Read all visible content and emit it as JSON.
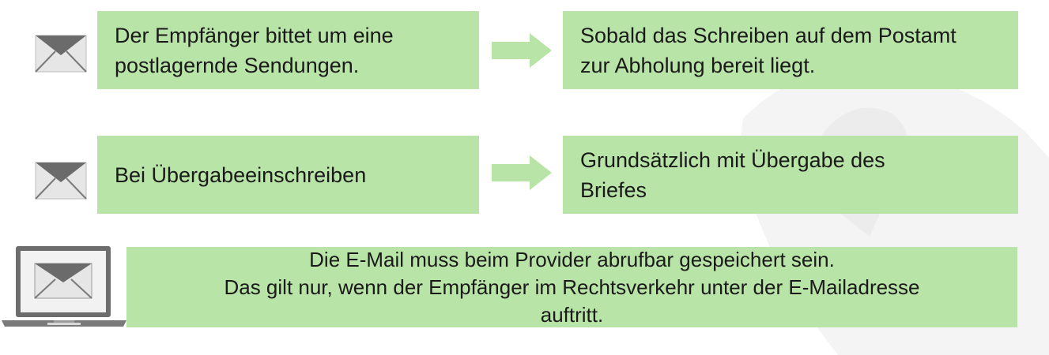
{
  "rows": [
    {
      "left_text": "Der Empfänger bittet um eine\npostlagernde Sendungen.",
      "right_text": "Sobald das Schreiben auf dem Postamt\nzur Abholung bereit liegt."
    },
    {
      "left_text": "Bei Übergabeeinschreiben",
      "right_text": "Grundsätzlich mit Übergabe des\nBriefes"
    }
  ],
  "bottom_text": "Die E-Mail muss beim Provider abrufbar gespeichert sein.\nDas gilt nur, wenn der Empfänger im Rechtsverkehr unter der E-Mailadresse\nauftritt.",
  "colors": {
    "box_fill": "#b9e4a7",
    "arrow_fill": "#b9e4a7",
    "envelope_fill": "#e6e6e6",
    "envelope_stroke": "#6b6b6b",
    "laptop_frame": "#6d6d6d",
    "watermark": "#f4f4f4"
  },
  "icons": {
    "row_icon": "envelope-icon",
    "flow_icon": "arrow-right-icon",
    "bottom_icon": "laptop-email-icon"
  }
}
